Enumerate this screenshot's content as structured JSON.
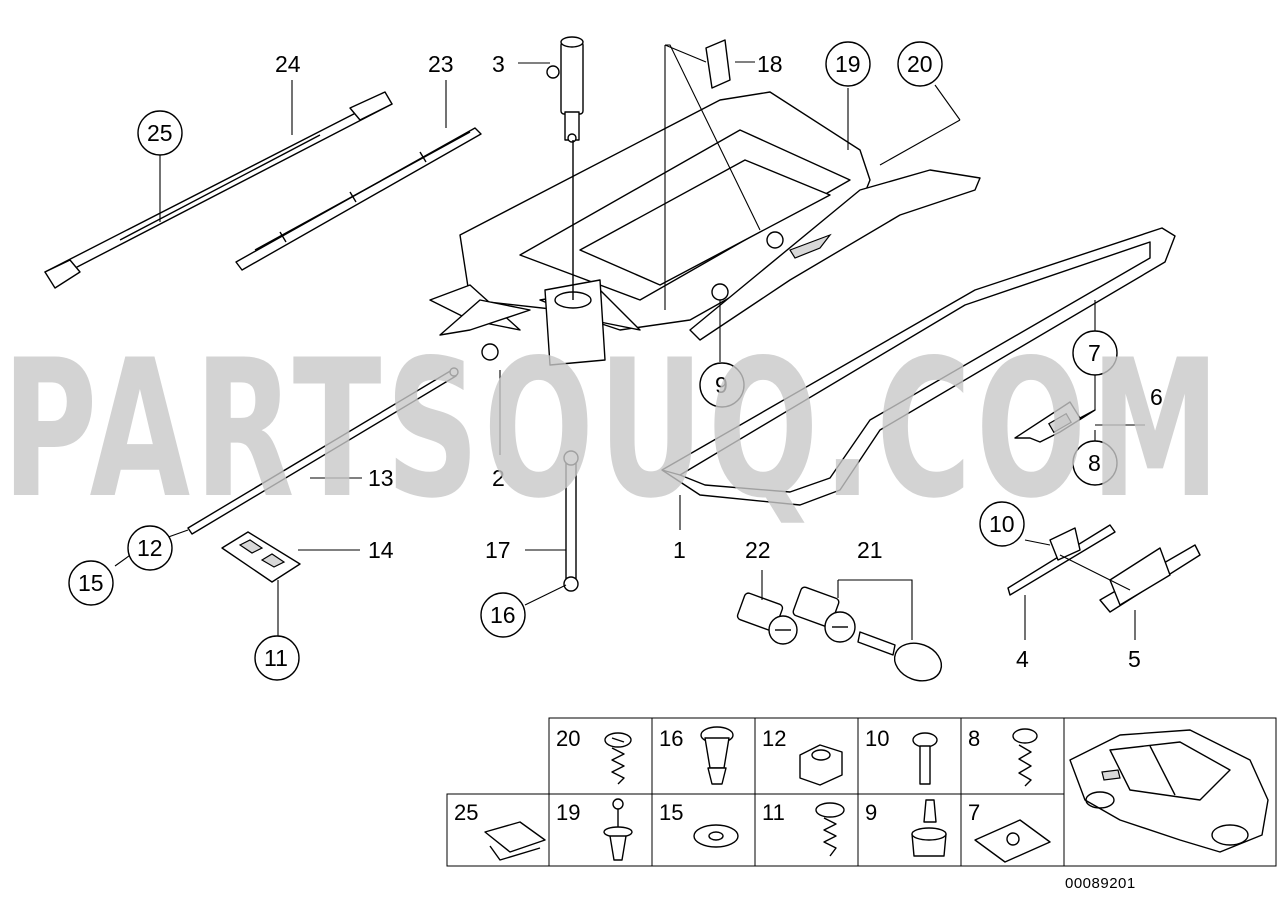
{
  "watermark": "PARTSOUQ.COM",
  "reference_number": "00089201",
  "callouts": {
    "c1": "1",
    "c2": "2",
    "c3": "3",
    "c4": "4",
    "c5": "5",
    "c6": "6",
    "c7": "7",
    "c8": "8",
    "c9": "9",
    "c10": "10",
    "c11": "11",
    "c12": "12",
    "c13": "13",
    "c14": "14",
    "c15": "15",
    "c16": "16",
    "c17": "17",
    "c18": "18",
    "c19": "19",
    "c20": "20",
    "c21": "21",
    "c22": "22",
    "c23": "23",
    "c24": "24",
    "c25": "25"
  },
  "hardware_table": {
    "row1": [
      "20",
      "16",
      "12",
      "10",
      "8"
    ],
    "row2": [
      "25",
      "19",
      "15",
      "11",
      "9",
      "7"
    ]
  }
}
